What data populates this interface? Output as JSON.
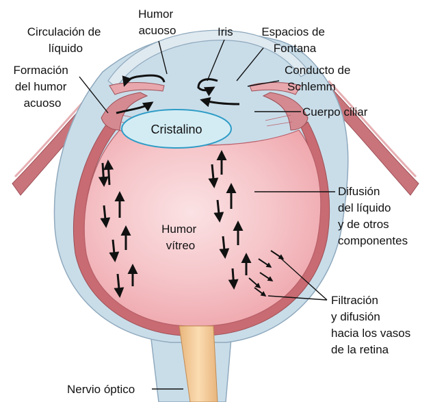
{
  "labels": {
    "humor_acuoso": [
      "Humor",
      "acuoso"
    ],
    "circulacion": [
      "Circulación de",
      "líquido"
    ],
    "iris": "Iris",
    "espacios_fontana": [
      "Espacios de",
      "Fontana"
    ],
    "formacion": [
      "Formación",
      "del humor",
      "acuoso"
    ],
    "conducto_schlemm": [
      "Conducto de",
      "Schlemm"
    ],
    "cuerpo_ciliar": "Cuerpo ciliar",
    "cristalino": "Cristalino",
    "difusion": [
      "Difusión",
      "del líquido",
      "y de otros",
      "componentes"
    ],
    "humor_vitreo": [
      "Humor",
      "vítreo"
    ],
    "filtracion": [
      "Filtración",
      "y difusión",
      "hacia los vasos",
      "de la retina"
    ],
    "nervio_optico": "Nervio óptico"
  },
  "colors": {
    "sclera_outer": "#c9dde9",
    "sclera_line": "#8fa9bd",
    "choroid": "#c96b72",
    "vitreous": "#f3b9be",
    "vitreous_center": "#fbe2e4",
    "lens": "#d3ecf4",
    "lens_border": "#2e9cc6",
    "iris": "#e7a7ad",
    "nerve": "#f6cf9e",
    "arrow": "#111111"
  }
}
